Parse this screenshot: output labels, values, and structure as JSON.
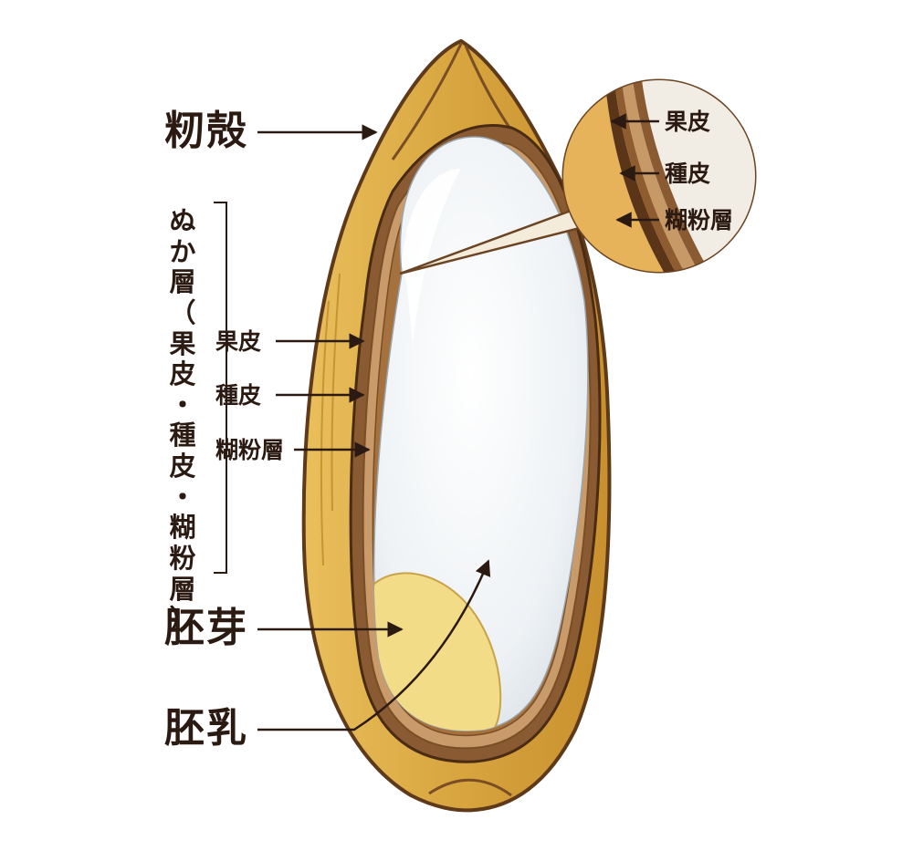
{
  "labels": {
    "husk": "籾殻",
    "bran_vertical": [
      "ぬ",
      "か",
      "層",
      "（",
      "果",
      "皮",
      "・",
      "種",
      "皮",
      "・",
      "糊",
      "粉",
      "層",
      "）"
    ],
    "pericarp": "果皮",
    "seed_coat": "種皮",
    "aleurone": "糊粉層",
    "germ": "胚芽",
    "endosperm": "胚乳"
  },
  "inset_labels": {
    "pericarp": "果皮",
    "seed_coat": "種皮",
    "aleurone": "糊粉層"
  },
  "colors": {
    "husk": "#d9a841",
    "husk_dark": "#7a4e24",
    "bran": "#8a5a33",
    "endosperm": "#f1f4f6",
    "germ": "#f2dc88",
    "text": "#2b1a12"
  }
}
